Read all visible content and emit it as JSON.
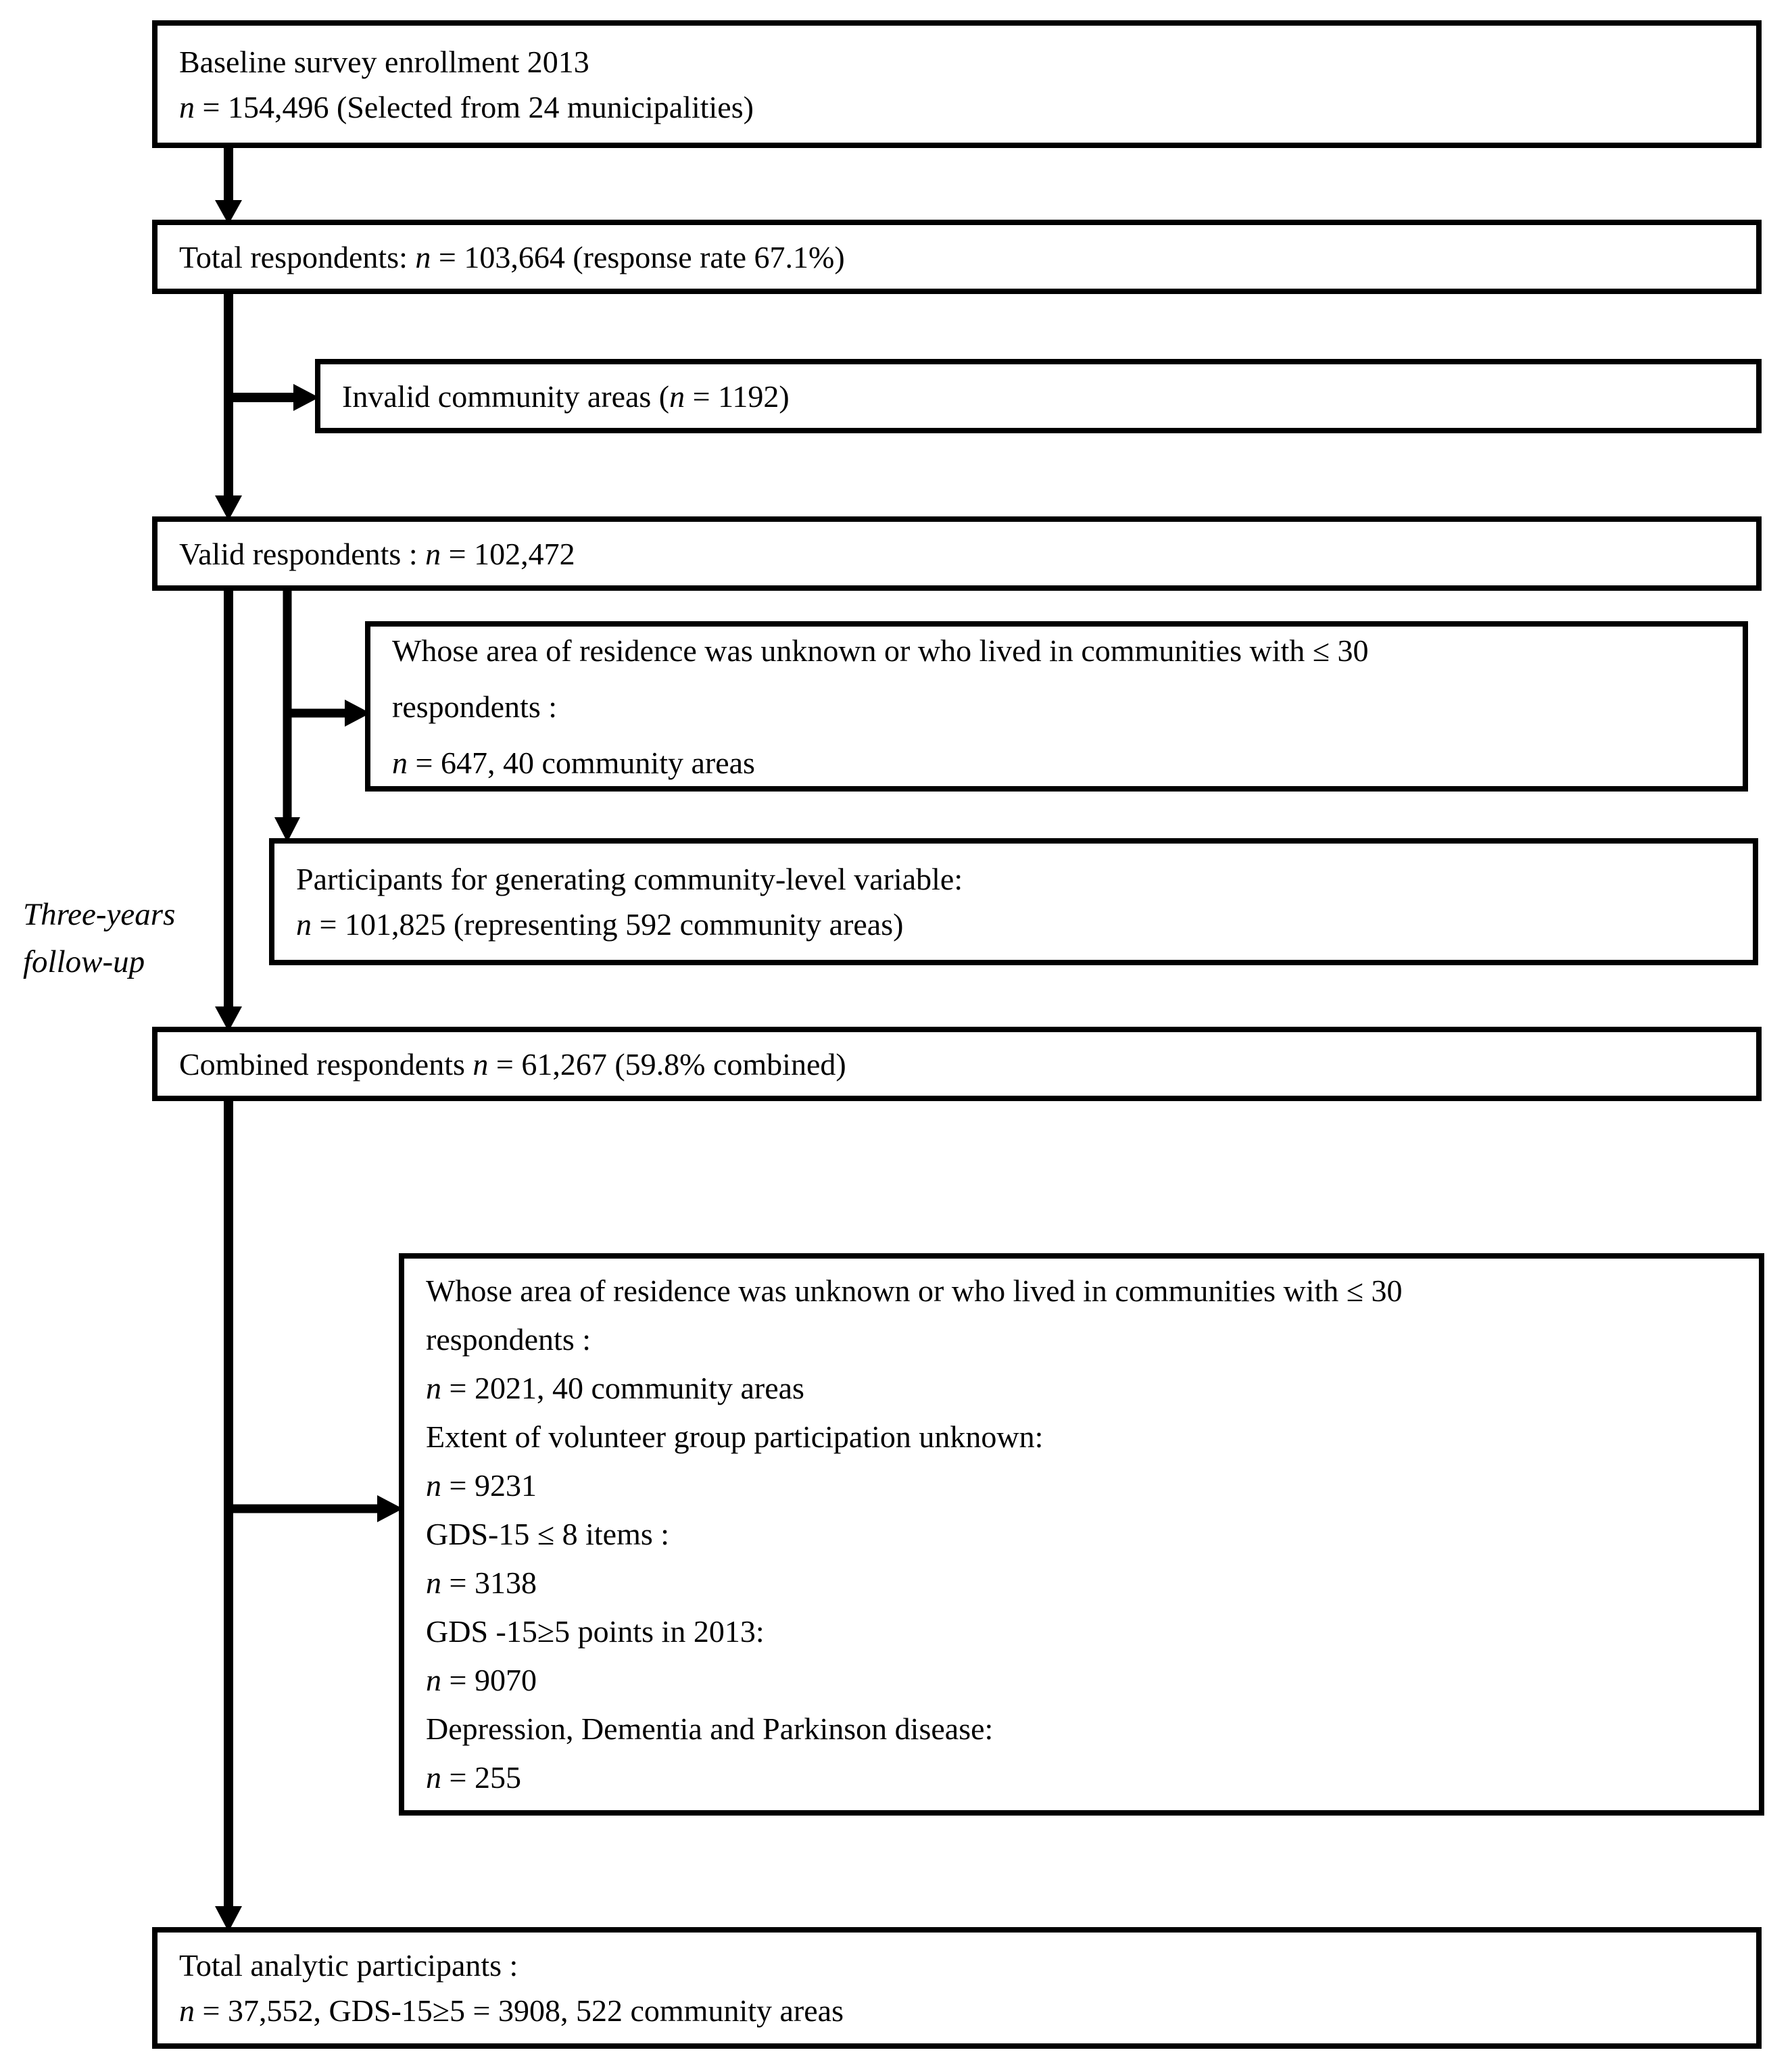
{
  "figure": {
    "type": "flowchart",
    "background_color": "#ffffff",
    "line_color": "#000000"
  },
  "boxes": {
    "baseline": {
      "lines": [
        "Baseline survey enrollment 2013",
        "n = 154,496 (Selected from 24 municipalities)"
      ]
    },
    "total_respondents": {
      "lines": [
        "Total respondents: n = 103,664 (response rate 67.1%)"
      ]
    },
    "invalid_community_areas": {
      "lines": [
        "Invalid community areas (n = 1192)"
      ]
    },
    "valid_respondents": {
      "lines": [
        "Valid respondents : n = 102,472"
      ]
    },
    "excluded_small_communities": {
      "lines": [
        "Whose area of residence was unknown or who lived in communities with ≤ 30",
        "respondents :",
        "n = 647, 40 community areas"
      ]
    },
    "community_level_variable": {
      "lines": [
        "Participants for generating community-level variable:",
        "n = 101,825 (representing 592 community areas)"
      ]
    },
    "combined_respondents": {
      "lines": [
        "Combined respondents n = 61,267 (59.8% combined)"
      ]
    },
    "followup_exclusions": {
      "lines": [
        "Whose area of residence was unknown or who lived in communities with ≤ 30",
        "respondents :",
        "n = 2021, 40 community areas",
        "Extent of volunteer group participation unknown:",
        "n = 9231",
        "GDS-15 ≤ 8 items :",
        "n = 3138",
        "GDS -15≥5 points in 2013:",
        "n = 9070",
        "Depression, Dementia and Parkinson disease:",
        "n = 255"
      ]
    },
    "total_analytic": {
      "lines": [
        "Total analytic participants :",
        "n = 37,552, GDS-15≥5 = 3908, 522 community areas"
      ]
    }
  },
  "labels": {
    "followup_period": {
      "lines": [
        "Three-years",
        "follow-up"
      ]
    }
  }
}
